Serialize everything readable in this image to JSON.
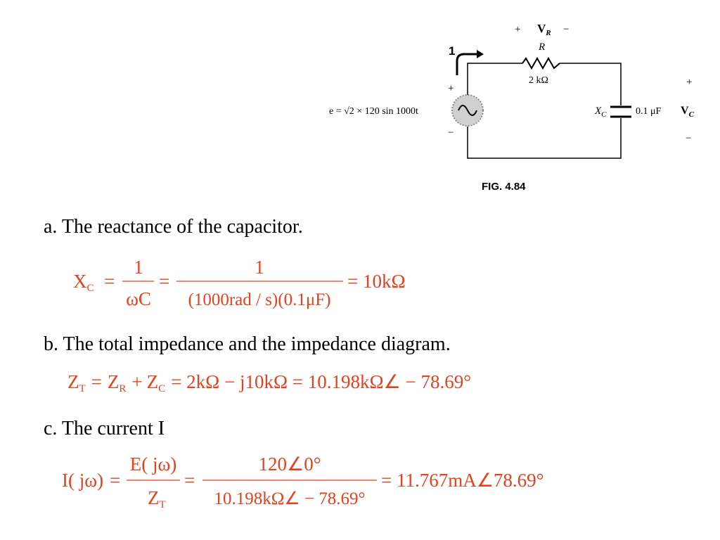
{
  "figure": {
    "caption": "FIG. 4.84",
    "current_label": "I",
    "current_number": "1",
    "resistor_label": "R",
    "resistor_value": "2 kΩ",
    "vr_plus": "+",
    "vr_label": "V",
    "vr_sub": "R",
    "vr_minus": "−",
    "source_expr": "e = √2 × 120 sin 1000t",
    "source_plus": "+",
    "source_minus": "−",
    "cap_label": "X",
    "cap_sub": "C",
    "cap_value": "0.1 μF",
    "vc_label": "V",
    "vc_sub": "C",
    "vc_plus": "+",
    "vc_minus": "−"
  },
  "part_a": {
    "heading": "a.  The reactance of the capacitor.",
    "lhs": "X",
    "lhs_sub": "C",
    "eq1": "=",
    "frac1_num": "1",
    "frac1_den": "ωC",
    "eq2": "=",
    "frac2_num": "1",
    "frac2_den": "(1000rad / s)(0.1μF)",
    "result": "= 10kΩ"
  },
  "part_b": {
    "heading": "b. The total impedance and the impedance diagram.",
    "z1": "Z",
    "z1_sub": "T",
    "eq1": "=",
    "z2": "Z",
    "z2_sub": "R",
    "plus": "+",
    "z3": "Z",
    "z3_sub": "C",
    "rest": "= 2kΩ − j10kΩ = 10.198kΩ∠ − 78.69°"
  },
  "part_c": {
    "heading": "c. The current I",
    "lhs": "I( jω)",
    "eq1": "=",
    "frac1_num": "E( jω)",
    "frac1_den": "Z",
    "frac1_den_sub": "T",
    "eq2": "=",
    "frac2_num": "120∠0°",
    "frac2_den": "10.198kΩ∠ − 78.69°",
    "result": "= 11.767mA∠78.69°"
  },
  "colors": {
    "equation": "#e8401c",
    "text": "#000000",
    "wire": "#000000"
  }
}
